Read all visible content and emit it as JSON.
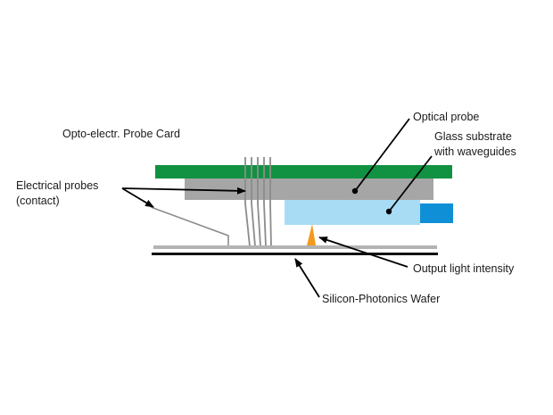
{
  "labels": {
    "probe_card": "Opto-electr. Probe Card",
    "optical_probe": "Optical probe",
    "glass_substrate_line1": "Glass substrate",
    "glass_substrate_line2": "with waveguides",
    "electrical_probes_line1": "Electrical probes",
    "electrical_probes_line2": "(contact)",
    "output_light": "Output light intensity",
    "wafer": "Silicon-Photonics Wafer"
  },
  "colors": {
    "pcb": "#119142",
    "probe_block": "#a6a6a6",
    "glass": "#a8dcf5",
    "waveguide_output": "#0f90d6",
    "light_cone": "#f29a1e",
    "wafer_top": "#b3b3b3",
    "wafer_base": "#111111",
    "probe_wire": "#8c8c8c",
    "leader": "#000000"
  }
}
